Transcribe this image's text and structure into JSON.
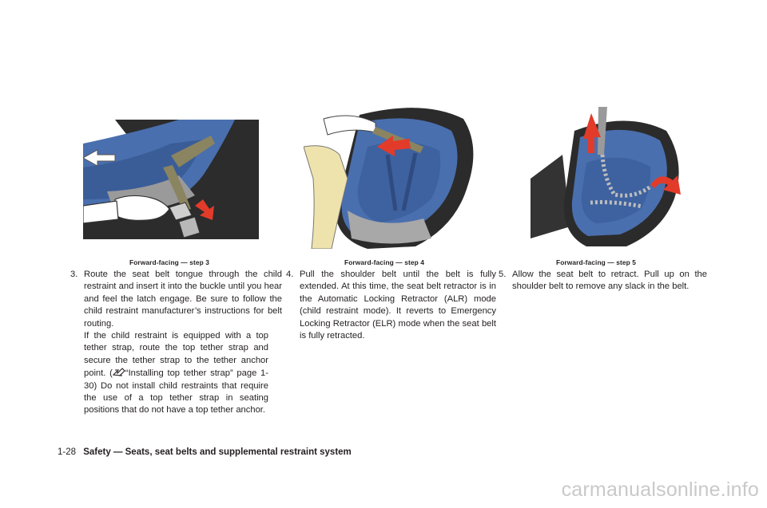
{
  "figures": [
    {
      "caption": "Forward-facing — step 3"
    },
    {
      "caption": "Forward-facing — step 4"
    },
    {
      "caption": "Forward-facing — step 5"
    }
  ],
  "steps": [
    {
      "number": "3.",
      "text": "Route the seat belt tongue through the child restraint and insert it into the buckle until you hear and feel the latch engage. Be sure to follow the child restraint manufacturer’s instructions for belt routing.",
      "continuation_before_ref": "If the child restraint is equipped with a top tether strap, route the top tether strap and secure the tether strap to the tether anchor point. (",
      "ref_icon": "reference-arrow-icon",
      "continuation_after_ref": "“Installing top tether strap” page 1-30) Do not install child restraints that require the use of a top tether strap in seating positions that do not have a top tether anchor."
    },
    {
      "number": "4.",
      "text": "Pull the shoulder belt until the belt is fully extended. At this time, the seat belt retractor is in the Automatic Locking Retractor (ALR) mode (child restraint mode). It reverts to Emergency Locking Retractor (ELR) mode when the seat belt is fully retracted."
    },
    {
      "number": "5.",
      "text": "Allow the seat belt to retract. Pull up on the shoulder belt to remove any slack in the belt."
    }
  ],
  "footer": {
    "page_number": "1-28",
    "section_title": "Safety — Seats, seat belts and supplemental restraint system"
  },
  "watermark": "carmanualsonline.info",
  "colors": {
    "seat_blue": "#4a6fae",
    "seat_blue_dark": "#2f4b80",
    "arrow_red": "#e23b2a",
    "shell_dark": "#2b2b2b",
    "text": "#231f20"
  }
}
